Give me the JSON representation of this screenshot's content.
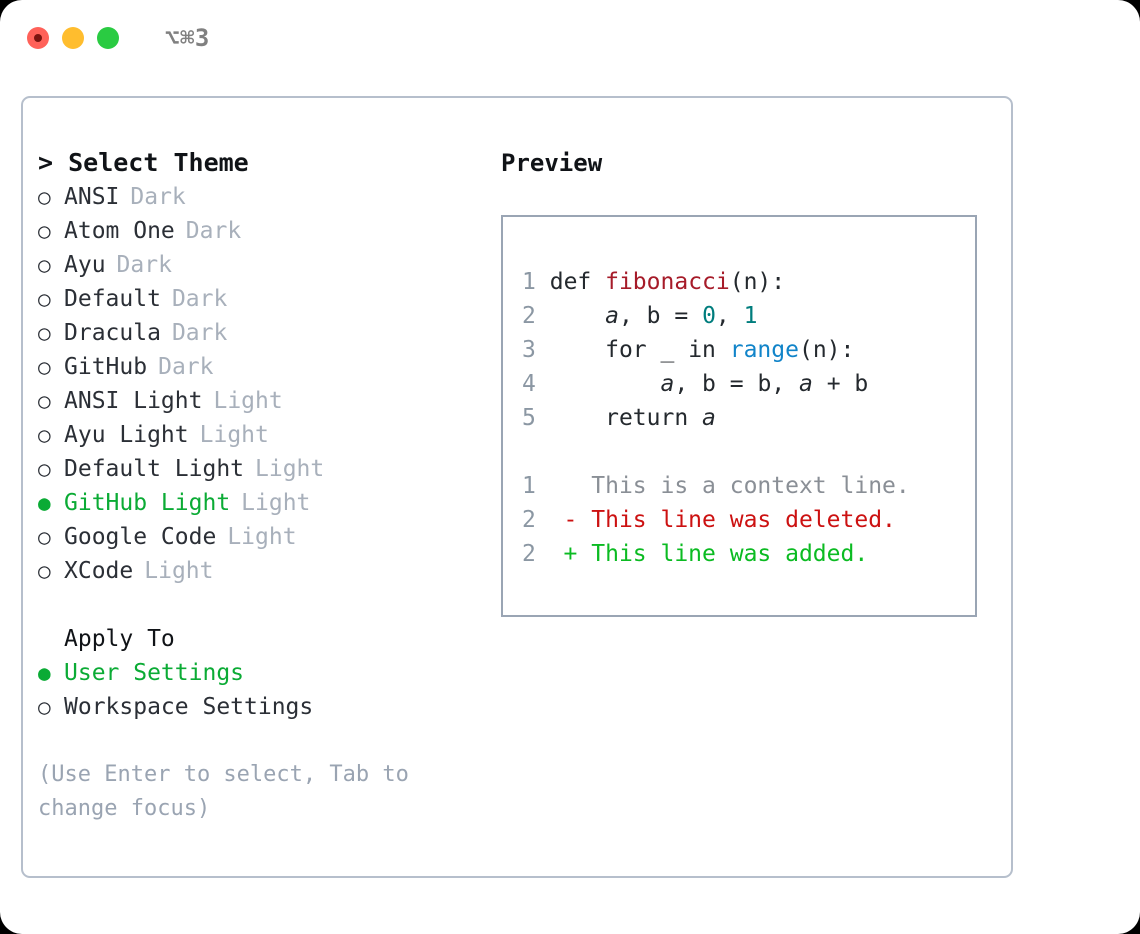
{
  "window": {
    "shortcut": "⌥⌘3",
    "traffic_lights": [
      {
        "name": "close-button",
        "color": "#ff6159"
      },
      {
        "name": "minimize-button",
        "color": "#ffbd2e"
      },
      {
        "name": "maximize-button",
        "color": "#2acb42"
      }
    ]
  },
  "theme_panel": {
    "title": "> Select Theme",
    "bullet_on": "●",
    "bullet_off": "○",
    "selected_color": "#0bab35",
    "tag_color": "#a8b0bb",
    "items": [
      {
        "label": "ANSI",
        "tag": "Dark",
        "selected": false
      },
      {
        "label": "Atom One",
        "tag": "Dark",
        "selected": false
      },
      {
        "label": "Ayu",
        "tag": "Dark",
        "selected": false
      },
      {
        "label": "Default",
        "tag": "Dark",
        "selected": false
      },
      {
        "label": "Dracula",
        "tag": "Dark",
        "selected": false
      },
      {
        "label": "GitHub",
        "tag": "Dark",
        "selected": false
      },
      {
        "label": "ANSI Light",
        "tag": "Light",
        "selected": false
      },
      {
        "label": "Ayu Light",
        "tag": "Light",
        "selected": false
      },
      {
        "label": "Default Light",
        "tag": "Light",
        "selected": false
      },
      {
        "label": "GitHub Light",
        "tag": "Light",
        "selected": true
      },
      {
        "label": "Google Code",
        "tag": "Light",
        "selected": false
      },
      {
        "label": "XCode",
        "tag": "Light",
        "selected": false
      }
    ]
  },
  "apply_to": {
    "title": "Apply To",
    "items": [
      {
        "label": "User Settings",
        "selected": true
      },
      {
        "label": "Workspace Settings",
        "selected": false
      }
    ]
  },
  "hint": "(Use Enter to select, Tab to change focus)",
  "preview": {
    "title": "Preview",
    "code_lines": [
      {
        "num": "1",
        "tokens": [
          {
            "t": "def ",
            "c": "kw"
          },
          {
            "t": "fibonacci",
            "c": "fn"
          },
          {
            "t": "(n):",
            "c": "plain"
          }
        ]
      },
      {
        "num": "2",
        "tokens": [
          {
            "t": "    ",
            "c": "plain"
          },
          {
            "t": "a",
            "c": "ital"
          },
          {
            "t": ", b = ",
            "c": "plain"
          },
          {
            "t": "0",
            "c": "num"
          },
          {
            "t": ", ",
            "c": "plain"
          },
          {
            "t": "1",
            "c": "num"
          }
        ]
      },
      {
        "num": "3",
        "tokens": [
          {
            "t": "    for _ in ",
            "c": "plain"
          },
          {
            "t": "range",
            "c": "builtin"
          },
          {
            "t": "(n):",
            "c": "plain"
          }
        ]
      },
      {
        "num": "4",
        "tokens": [
          {
            "t": "        ",
            "c": "plain"
          },
          {
            "t": "a",
            "c": "ital"
          },
          {
            "t": ", b = b, ",
            "c": "plain"
          },
          {
            "t": "a",
            "c": "ital"
          },
          {
            "t": " + b",
            "c": "plain"
          }
        ]
      },
      {
        "num": "5",
        "tokens": [
          {
            "t": "    return ",
            "c": "plain"
          },
          {
            "t": "a",
            "c": "ital"
          }
        ]
      }
    ],
    "diff_lines": [
      {
        "num": "1",
        "marker": " ",
        "text": "This is a context line.",
        "kind": "d-ctx"
      },
      {
        "num": "2",
        "marker": "-",
        "text": "This line was deleted.",
        "kind": "d-del"
      },
      {
        "num": "2",
        "marker": "+",
        "text": "This line was added.",
        "kind": "d-add"
      }
    ]
  }
}
